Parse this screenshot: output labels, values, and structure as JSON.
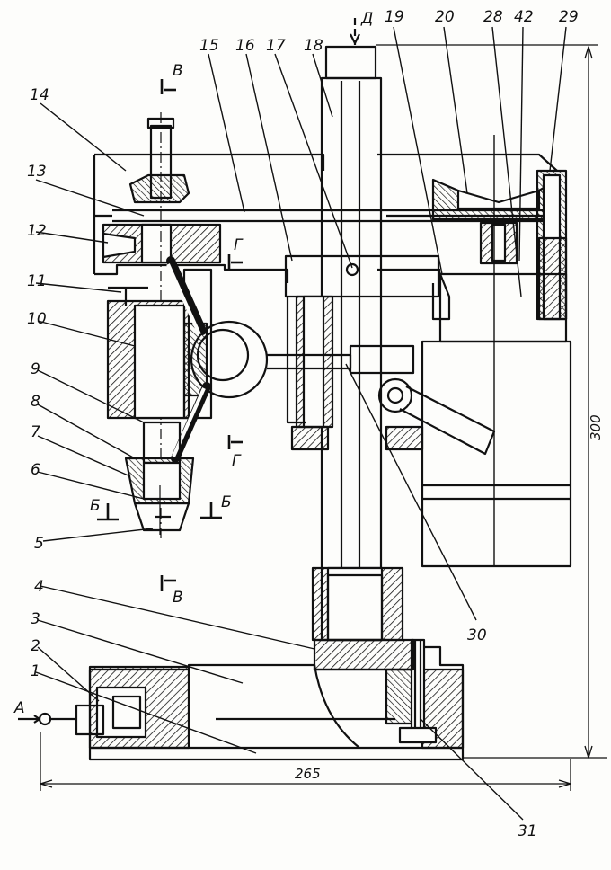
{
  "labels": {
    "n1": "1",
    "n2": "2",
    "n3": "3",
    "n4": "4",
    "n5": "5",
    "n6": "6",
    "n7": "7",
    "n8": "8",
    "n9": "9",
    "n10": "10",
    "n11": "11",
    "n12": "12",
    "n13": "13",
    "n14": "14",
    "n15": "15",
    "n16": "16",
    "n17": "17",
    "n18": "18",
    "n19": "19",
    "n20": "20",
    "n28": "28",
    "n42": "42",
    "n29": "29",
    "n30": "30",
    "n31": "31"
  },
  "sections": {
    "v_top": "В",
    "v_bottom": "В",
    "g_top": "Г",
    "g_bottom": "Г",
    "b_left": "Б",
    "b_right": "Б",
    "d": "Д",
    "a": "А"
  },
  "dimensions": {
    "height": "300",
    "width": "265"
  },
  "colors": {
    "ink": "#111111",
    "paper": "#fdfdfb"
  }
}
